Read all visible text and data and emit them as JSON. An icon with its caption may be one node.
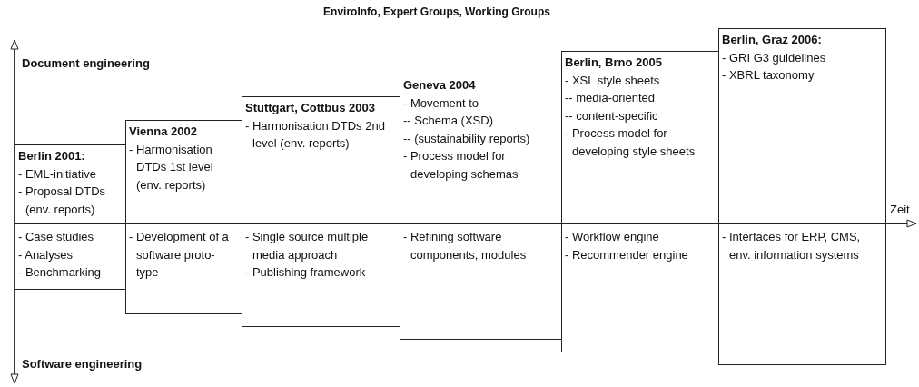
{
  "diagram": {
    "title": "EnviroInfo, Expert Groups, Working Groups",
    "nodes": [
      {
        "text": [
          "Berlin 2001:",
          "- EML-initiative",
          "- Proposal DTDs (env. reports)"
        ]
      },
      {
        "text": [
          "- Case studies",
          "- Analyses",
          "- Benchmarking"
        ]
      },
      {
        "text": [
          "Vienna 2002",
          "- Harmonisation DTDs 1st level (env. reports)"
        ]
      },
      {
        "text": [
          "- Development of a software proto- type"
        ]
      },
      {
        "text": [
          "Stuttgart, Cottbus 2003",
          "- Harmonisation DTDs 2nd level (env. reports)"
        ]
      },
      {
        "text": [
          "- Single source multiple media approach",
          "- Publishing framework"
        ]
      },
      {
        "text": [
          "Geneva 2004",
          "- Movement to",
          "-- Schema (XSD)",
          "-- (sustainability reports)",
          "- Process model for developing schemas"
        ]
      },
      {
        "text": [
          "- Refining software components, modules"
        ]
      },
      {
        "text": [
          "Berlin, Brno 2005",
          "- XSL style sheets",
          "-- media-oriented",
          "-- content-specific",
          "- Process model for developing style sheets"
        ]
      },
      {
        "text": [
          "- Workflow engine",
          "- Recommender engine"
        ]
      },
      {
        "text": [
          "Berlin, Graz 2006:",
          "- GRI G3 guidelines",
          "- XBRL taxonomy"
        ]
      },
      {
        "text": [
          "- Interfaces for ERP, CMS, env. information systems"
        ]
      }
    ],
    "labels": [
      "Document engineering",
      "Zeit",
      "Software engineering"
    ]
  }
}
